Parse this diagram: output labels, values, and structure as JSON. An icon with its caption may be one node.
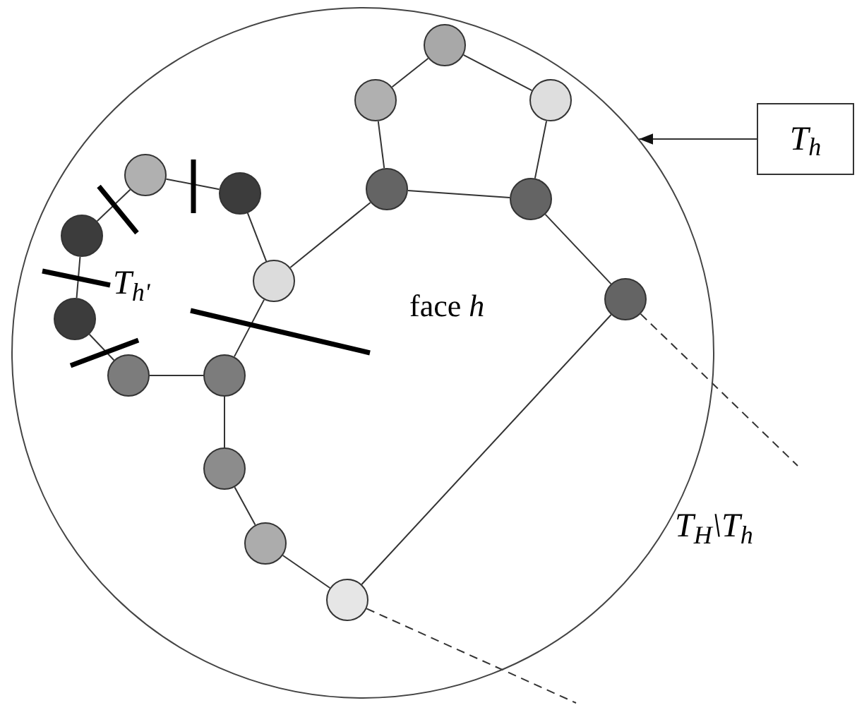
{
  "diagram": {
    "nodes": [
      {
        "text": [],
        "shape": "circle"
      },
      {
        "text": [
          "T$_{h}$"
        ]
      },
      {
        "text": [],
        "shape": "circle",
        "in": 0
      },
      {
        "text": [],
        "shape": "circle",
        "in": 0
      },
      {
        "text": [],
        "shape": "circle",
        "in": 0
      },
      {
        "text": [],
        "shape": "circle",
        "in": 0
      },
      {
        "text": [],
        "shape": "circle",
        "in": 0
      },
      {
        "text": [],
        "shape": "circle",
        "in": 0
      },
      {
        "text": [],
        "shape": "circle",
        "in": 0
      },
      {
        "text": [],
        "shape": "circle",
        "in": 0
      },
      {
        "text": [],
        "shape": "circle",
        "in": 0
      },
      {
        "text": [],
        "shape": "circle",
        "in": 0
      },
      {
        "text": [],
        "shape": "circle",
        "in": 0
      },
      {
        "text": [],
        "shape": "circle",
        "in": 0
      },
      {
        "text": [],
        "shape": "circle",
        "in": 0
      },
      {
        "text": [],
        "shape": "circle",
        "in": 0
      },
      {
        "text": [],
        "shape": "circle",
        "in": 0
      },
      {
        "text": [],
        "shape": "circle",
        "in": 0
      }
    ],
    "edges": [
      {
        "from": 1,
        "to": 0,
        "arrow": "to"
      },
      {
        "from": 2,
        "to": 3,
        "arrow": "none"
      },
      {
        "from": 2,
        "to": 4,
        "arrow": "none"
      },
      {
        "from": 3,
        "to": 7,
        "arrow": "none"
      },
      {
        "from": 4,
        "to": 8,
        "arrow": "none"
      },
      {
        "from": 7,
        "to": 8,
        "arrow": "none"
      },
      {
        "from": 8,
        "to": 11,
        "arrow": "none"
      },
      {
        "from": 7,
        "to": 10,
        "arrow": "none"
      },
      {
        "from": 10,
        "to": 6,
        "arrow": "none"
      },
      {
        "from": 6,
        "to": 5,
        "arrow": "none"
      },
      {
        "from": 5,
        "to": 9,
        "arrow": "none"
      },
      {
        "from": 9,
        "to": 12,
        "arrow": "none"
      },
      {
        "from": 12,
        "to": 13,
        "arrow": "none"
      },
      {
        "from": 13,
        "to": 14,
        "arrow": "none"
      },
      {
        "from": 10,
        "to": 14,
        "arrow": "none"
      },
      {
        "from": 14,
        "to": 15,
        "arrow": "none"
      },
      {
        "from": 15,
        "to": 16,
        "arrow": "none"
      },
      {
        "from": 16,
        "to": 17,
        "arrow": "none"
      },
      {
        "from": 17,
        "to": 11,
        "arrow": "none"
      },
      {
        "from": 11,
        "to": null,
        "arrow": "none",
        "style": "dashed"
      },
      {
        "from": 17,
        "to": null,
        "arrow": "none",
        "style": "dashed"
      }
    ],
    "labels": [
      "T$_{h'}$",
      "face *h*",
      "T$_{H}$\\T$_{h}$"
    ]
  }
}
